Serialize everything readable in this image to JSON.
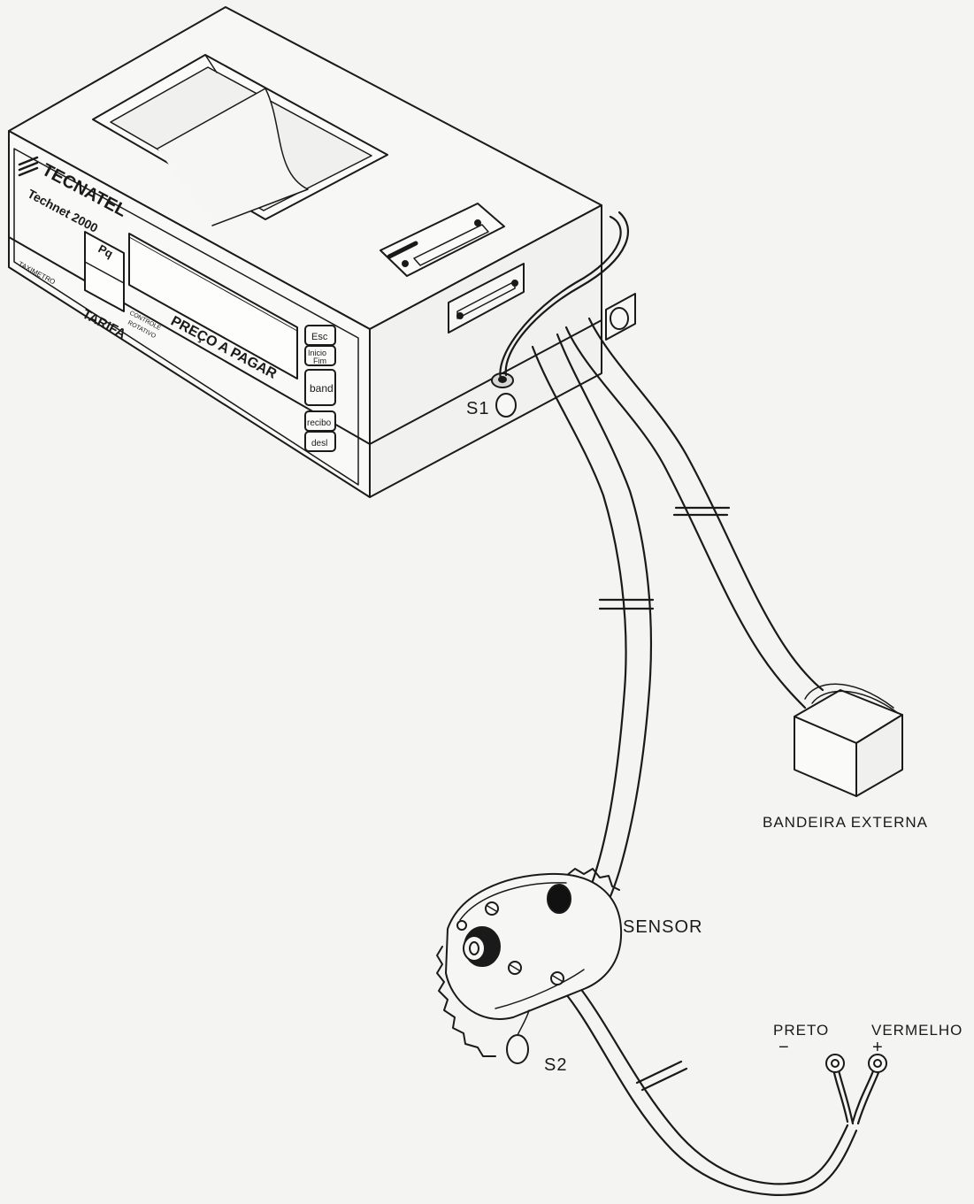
{
  "device": {
    "brand": "TECNATEL",
    "model": "Technet 2000",
    "maker_line": "TAXIMETRO",
    "tarifa_label": "TARIFA",
    "tarifa_value": "Pq",
    "control_label_1": "CONTROLE",
    "control_label_2": "ROTATIVO",
    "price_label": "PREÇO A PAGAR",
    "keys": [
      "Esc",
      "Inicio",
      "Fim",
      "band",
      "recibo",
      "desl"
    ]
  },
  "callouts": {
    "s1": "S1",
    "s2": "S2",
    "sensor": "SENSOR",
    "bandeira": "BANDEIRA EXTERNA",
    "preto": "PRETO",
    "preto_sign": "−",
    "vermelho": "VERMELHO",
    "vermelho_sign": "+"
  },
  "colors": {
    "ink": "#1a1a1a",
    "paper": "#f4f4f2",
    "dark_fill": "#111111"
  }
}
